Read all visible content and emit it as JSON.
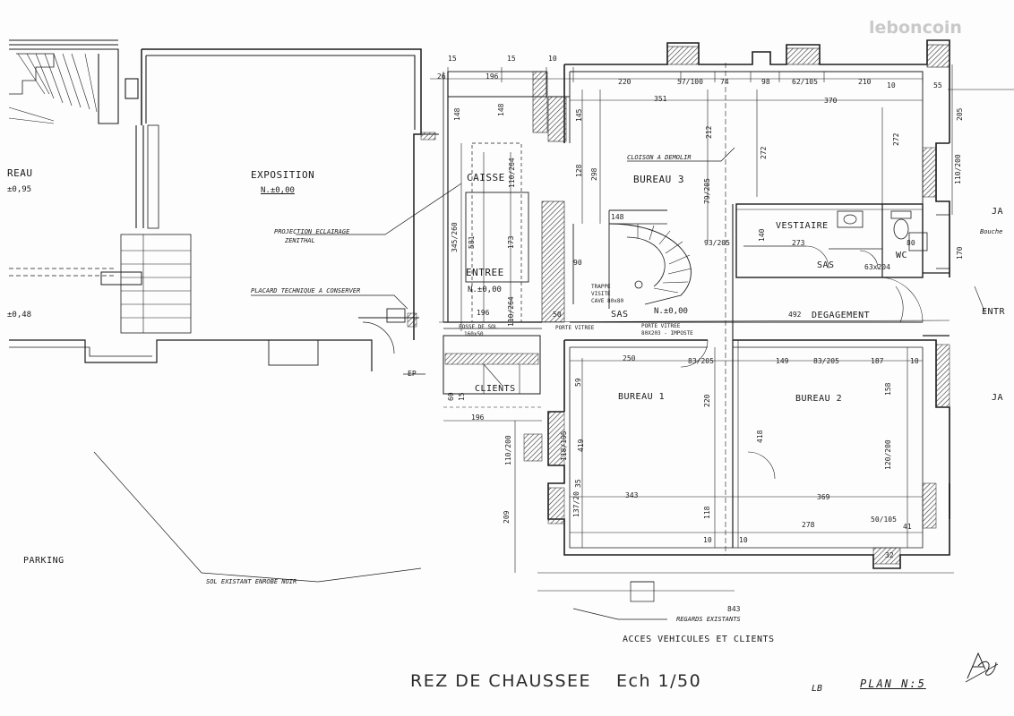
{
  "watermark": "leboncoin",
  "rooms": {
    "reau": "REAU",
    "reau_level": "±0,95",
    "exposition": "EXPOSITION",
    "exposition_level": "N.±0,00",
    "caisse": "CAISSE",
    "bureau3": "BUREAU 3",
    "entree": "ENTREE",
    "entree_level": "N.±0,00",
    "vestiaire": "VESTIAIRE",
    "sas1": "SAS",
    "wc": "WC",
    "sas2": "SAS",
    "sas2_level": "N.±0,00",
    "degagement": "DEGAGEMENT",
    "bureau1": "BUREAU 1",
    "bureau2": "BUREAU 2",
    "clients": "CLIENTS",
    "parking": "PARKING",
    "ja_top": "JA",
    "ja_bottom": "JA",
    "entr_right": "ENTR",
    "bouche": "Bouche",
    "left_level": "±0,48"
  },
  "annotations": {
    "projection": "PROJECTION ECLAIRAGE",
    "zenithal": "ZENITHAL",
    "placard": "PLACARD TECHNIQUE A CONSERVER",
    "cloison": "CLOISON A DEMOLIR",
    "trappe": "TRAPPE",
    "visite": "VISITE",
    "cave": "CAVE 80x80",
    "porte_vitree_1": "PORTE VITREE",
    "porte_vitree_2": "PORTE VITREE",
    "porte_vitree_dim": "80X203 - IMPOSTE",
    "fosse": "FOSSE DE SOL",
    "fosse_dim": "160x50",
    "sol": "SOL EXISTANT ENROBE NOIR",
    "regards": "REGARDS EXISTANTS",
    "acces": "ACCES VEHICULES ET CLIENTS",
    "ep": "EP"
  },
  "title": {
    "main": "REZ DE CHAUSSEE",
    "scale": "Ech 1/50",
    "plan": "PLAN N:5",
    "initials": "LB"
  },
  "dimensions": {
    "d196a": "196",
    "d26": "26",
    "d15a": "15",
    "d15b": "15",
    "d10a": "10",
    "d220": "220",
    "d57_100": "57/100",
    "d74": "74",
    "d98": "98",
    "d62_105": "62/105",
    "d210": "210",
    "d55": "55",
    "d351": "351",
    "d370": "370",
    "d205": "205",
    "d148a": "148",
    "d148b": "148",
    "d145": "145",
    "d212": "212",
    "d272a": "272",
    "d272b": "272",
    "d110_200a": "110/200",
    "d128": "128",
    "d298": "298",
    "d79_205": "79/205",
    "d110_264a": "110/264",
    "d148c": "148",
    "d273": "273",
    "d345_260": "345/260",
    "d581": "581",
    "d173": "173",
    "d93_205": "93/205",
    "d140": "140",
    "d63_204": "63x204",
    "d170": "170",
    "d90": "90",
    "d80": "80",
    "d492": "492",
    "d196b": "196",
    "d110_264b": "110/264",
    "d50a": "50",
    "d250": "250",
    "d83_205a": "83/205",
    "d149": "149",
    "d83_205b": "83/205",
    "d187": "187",
    "d59": "59",
    "d220b": "220",
    "d418": "418",
    "d158": "158",
    "d196c": "196",
    "d110_200b": "110/200",
    "d118_195": "118/195",
    "d419": "419",
    "d35": "35",
    "d343": "343",
    "d369": "369",
    "d120_200": "120/200",
    "d137_20": "137/20",
    "d118": "118",
    "d278": "278",
    "d50_105": "50/105",
    "d41": "41",
    "d209": "209",
    "d32": "32",
    "d843": "843",
    "d60": "60",
    "d15c": "15",
    "d10b": "10",
    "d10c": "10",
    "d10d": "10",
    "d10e": "10"
  }
}
